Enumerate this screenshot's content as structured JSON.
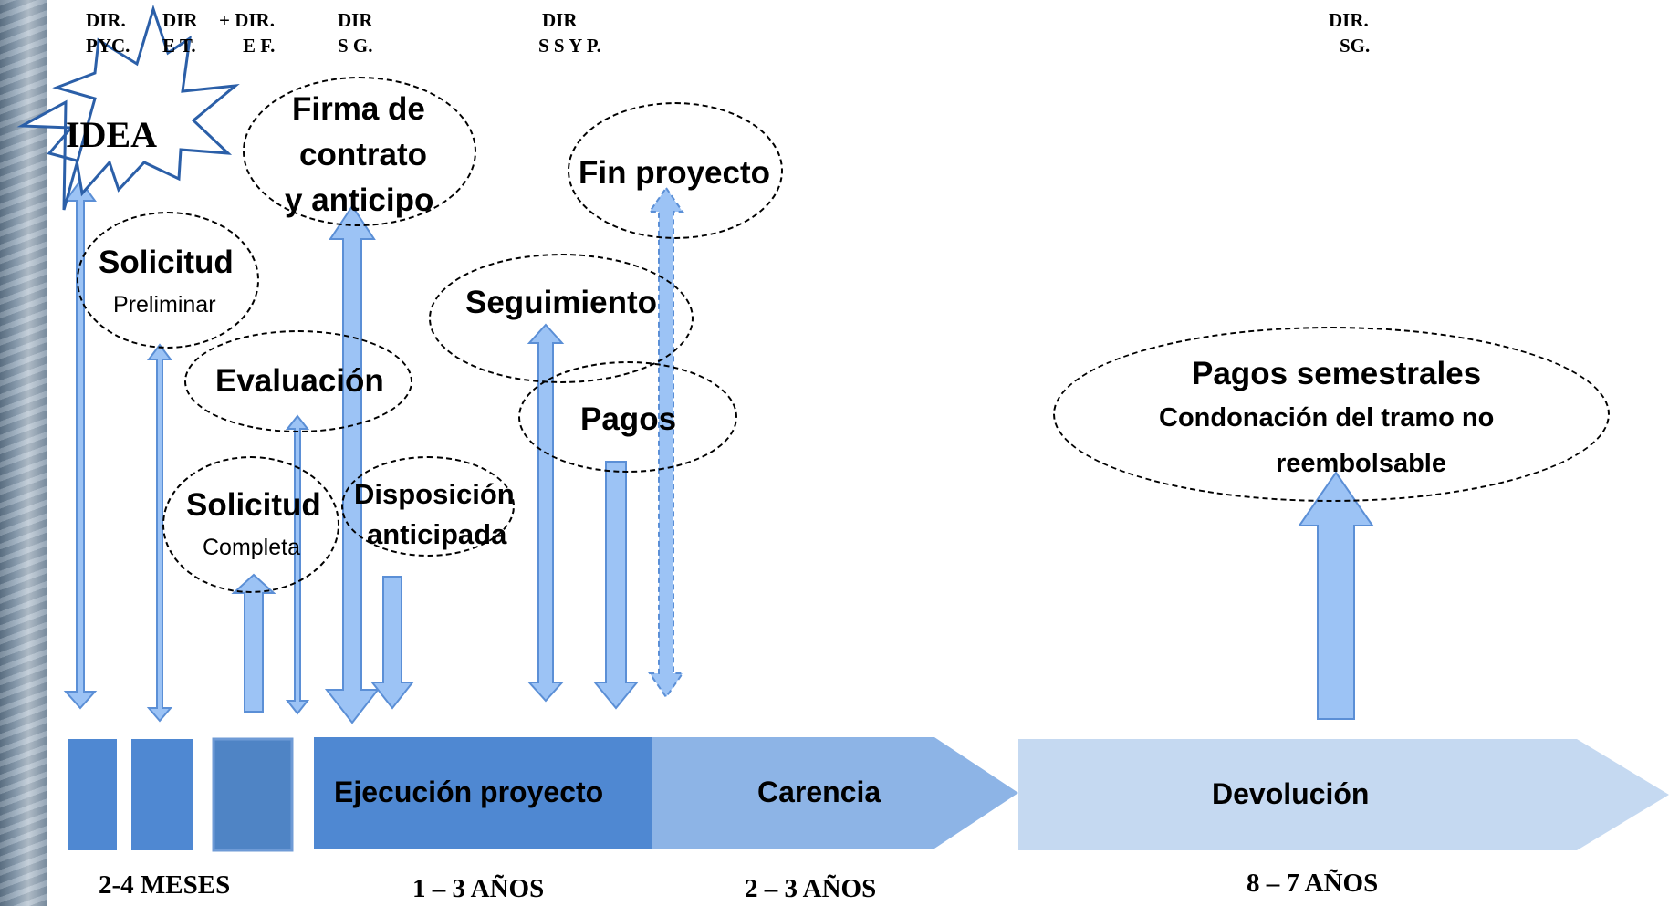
{
  "directors": [
    {
      "line1": "DIR.",
      "line2": "PYC."
    },
    {
      "line1": "DIR",
      "line2": "E T."
    },
    {
      "line1": "+ DIR.",
      "line2": "E F."
    },
    {
      "line1": "DIR",
      "line2": "S G."
    },
    {
      "line1": "DIR",
      "line2": "S S Y P."
    },
    {
      "line1": "DIR.",
      "line2": "SG."
    }
  ],
  "idea": "IDEA",
  "steps": {
    "solicitud_preliminar": {
      "title": "Solicitud",
      "sub": "Preliminar"
    },
    "evaluacion": "Evaluación",
    "solicitud_completa": {
      "title": "Solicitud",
      "sub": "Completa"
    },
    "firma": [
      "Firma de",
      "contrato",
      "y anticipo"
    ],
    "disposicion": [
      "Disposición",
      "anticipada"
    ],
    "seguimiento": "Seguimiento",
    "pagos": "Pagos",
    "fin_proyecto": "Fin proyecto",
    "pagos_semestrales": [
      "Pagos semestrales",
      "Condonación del tramo no",
      "reembolsable"
    ]
  },
  "timeline": {
    "ejecucion": "Ejecución proyecto",
    "carencia": "Carencia",
    "devolucion": "Devolución"
  },
  "durations": {
    "meses": "2-4 MESES",
    "ejecucion": "1 – 3 AÑOS",
    "carencia": "2 – 3  AÑOS",
    "devolucion": "8 – 7 AÑOS"
  },
  "colors": {
    "arrow_fill": "#9cc3f5",
    "arrow_stroke": "#5b8fd6",
    "block_dark": "#4f88d2",
    "block_mid": "#8db4e6",
    "block_light": "#c5d9f1"
  }
}
